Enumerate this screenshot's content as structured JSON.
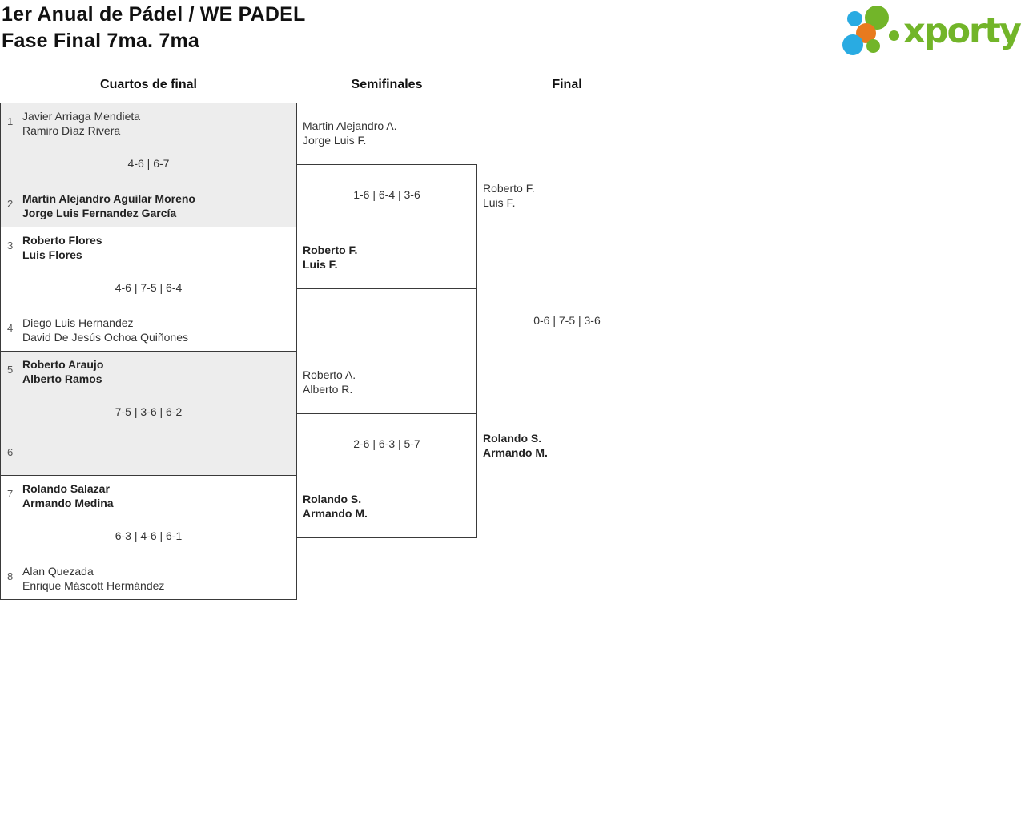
{
  "page": {
    "title_line1": "1er Anual de Pádel / WE PADEL",
    "title_line2": "Fase Final 7ma. 7ma"
  },
  "logo": {
    "text": "xporty",
    "colors": {
      "green": "#72b529",
      "blue": "#29abe2",
      "orange": "#e87a1e"
    }
  },
  "columns": {
    "quarterfinals": "Cuartos de final",
    "semifinals": "Semifinales",
    "final": "Final"
  },
  "bracket": {
    "quarterfinals": [
      {
        "seed_top": "1",
        "team_top": [
          "Javier Arriaga Mendieta",
          "Ramiro Díaz Rivera"
        ],
        "team_top_winner": false,
        "score": "4-6 | 6-7",
        "seed_bottom": "2",
        "team_bottom": [
          "Martin Alejandro Aguilar Moreno",
          "Jorge Luis Fernandez García"
        ],
        "team_bottom_winner": true
      },
      {
        "seed_top": "3",
        "team_top": [
          "Roberto Flores",
          "Luis Flores"
        ],
        "team_top_winner": true,
        "score": "4-6 | 7-5 | 6-4",
        "seed_bottom": "4",
        "team_bottom": [
          "Diego Luis Hernandez",
          "David De Jesús Ochoa Quiñones"
        ],
        "team_bottom_winner": false
      },
      {
        "seed_top": "5",
        "team_top": [
          "Roberto Araujo",
          "Alberto Ramos"
        ],
        "team_top_winner": true,
        "score": "7-5 | 3-6 | 6-2",
        "seed_bottom": "6",
        "team_bottom": [
          "",
          ""
        ],
        "team_bottom_winner": false
      },
      {
        "seed_top": "7",
        "team_top": [
          "Rolando Salazar",
          "Armando Medina"
        ],
        "team_top_winner": true,
        "score": "6-3 | 4-6 | 6-1",
        "seed_bottom": "8",
        "team_bottom": [
          "Alan Quezada",
          "Enrique Máscott Hermández"
        ],
        "team_bottom_winner": false
      }
    ],
    "semifinals": [
      {
        "team_top": [
          "Martin Alejandro A.",
          "Jorge Luis F."
        ],
        "team_top_winner": false,
        "score": "1-6 | 6-4 | 3-6",
        "team_bottom": [
          "Roberto F.",
          "Luis F."
        ],
        "team_bottom_winner": true
      },
      {
        "team_top": [
          "Roberto A.",
          "Alberto R."
        ],
        "team_top_winner": false,
        "score": "2-6 | 6-3 | 5-7",
        "team_bottom": [
          "Rolando S.",
          "Armando M."
        ],
        "team_bottom_winner": true
      }
    ],
    "final": {
      "team_top": [
        "Roberto F.",
        "Luis F."
      ],
      "team_top_winner": false,
      "score": "0-6 | 7-5 | 3-6",
      "team_bottom": [
        "Rolando S.",
        "Armando M."
      ],
      "team_bottom_winner": true
    }
  },
  "colors": {
    "box_shaded": "#ededed",
    "box_border": "#3a3a3a",
    "text": "#333333"
  }
}
